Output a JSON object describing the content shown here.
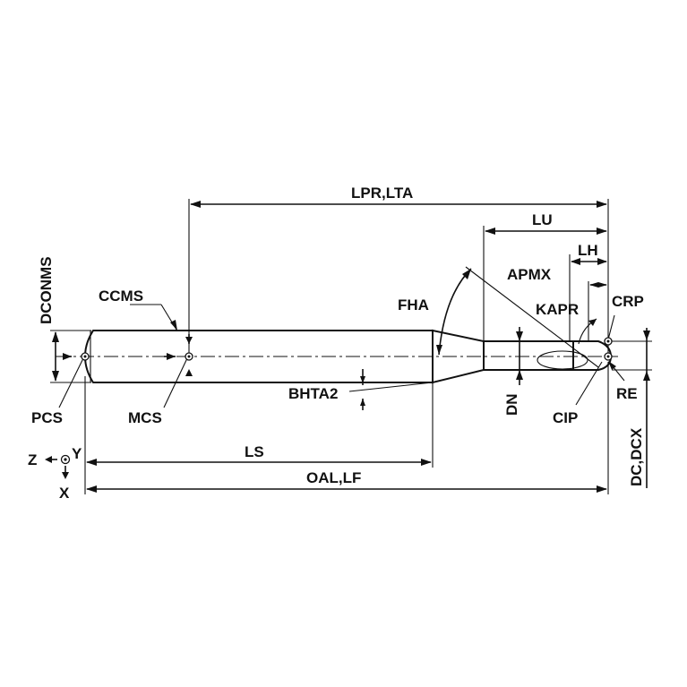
{
  "labels": {
    "lpr_lta": "LPR,LTA",
    "lu": "LU",
    "lh": "LH",
    "apmx": "APMX",
    "kapr": "KAPR",
    "crp": "CRP",
    "fha": "FHA",
    "ccms": "CCMS",
    "dconms": "DCONMS",
    "bhta2": "BHTA2",
    "dn": "DN",
    "cip": "CIP",
    "re": "RE",
    "pcs": "PCS",
    "mcs": "MCS",
    "ls": "LS",
    "oal_lf": "OAL,LF",
    "dc_dcx": "DC,DCX",
    "axis_z": "Z",
    "axis_y": "Y",
    "axis_x": "X"
  }
}
